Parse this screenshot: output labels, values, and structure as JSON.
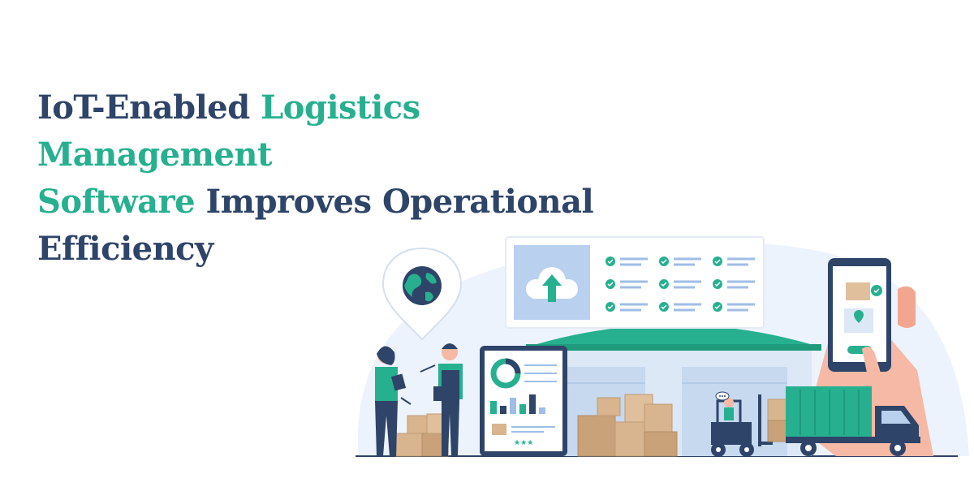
{
  "headline": {
    "part1": "IoT-Enabled ",
    "part2": "Logistics Management",
    "part3": "Software",
    "part4": " Improves Operational",
    "part5": "Efficiency"
  },
  "colors": {
    "navy": "#2e4468",
    "teal": "#26b08f",
    "background": "#ffffff",
    "blob": "#edf3fc",
    "box": "#d8b58f",
    "skin": "#f6b9a5"
  },
  "icons": [
    "globe-icon",
    "location-pin-icon",
    "cloud-upload-icon",
    "checkmark-icon",
    "donut-chart-icon",
    "bar-chart-icon",
    "star-icon",
    "smartphone-icon",
    "map-pin-icon",
    "forklift-icon",
    "delivery-truck-icon",
    "cardboard-box-icon"
  ]
}
